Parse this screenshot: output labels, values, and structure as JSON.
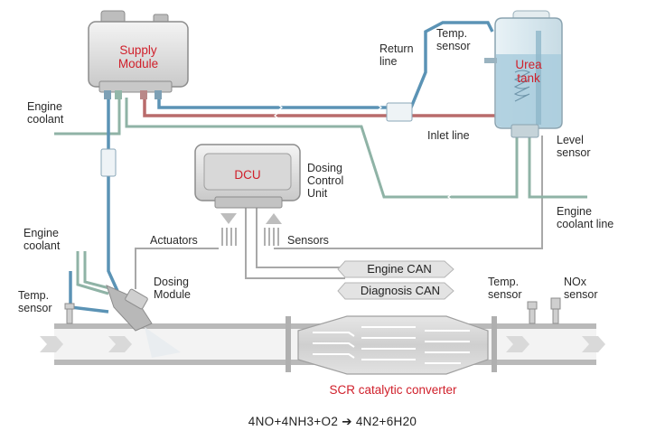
{
  "components": {
    "supply_module": "Supply\nModule",
    "urea_tank": "Urea\ntank",
    "dcu": "DCU",
    "scr": "SCR catalytic converter"
  },
  "labels": {
    "engine_coolant_top": "Engine\ncoolant",
    "return_line": "Return\nline",
    "temp_sensor_tank": "Temp.\nsensor",
    "inlet_line": "Inlet line",
    "level_sensor": "Level\nsensor",
    "dosing_control_unit": "Dosing\nControl\nUnit",
    "engine_coolant_line": "Engine\ncoolant line",
    "engine_coolant_left": "Engine\ncoolant",
    "actuators": "Actuators",
    "sensors": "Sensors",
    "engine_can": "Engine CAN",
    "diagnosis_can": "Diagnosis CAN",
    "dosing_module": "Dosing\nModule",
    "temp_sensor_left": "Temp.\nsensor",
    "temp_sensor_right": "Temp.\nsensor",
    "nox_sensor": "NOx\nsensor"
  },
  "equation": "4NO+4NH3+O2 ➔ 4N2+6H20",
  "colors": {
    "blue_line": "#5b93b5",
    "red_line": "#b96b6b",
    "green_line": "#8fb3a6",
    "gray_line": "#a5a5a5",
    "label_red": "#d01f2a",
    "urea_fill": "#a9cddd"
  }
}
